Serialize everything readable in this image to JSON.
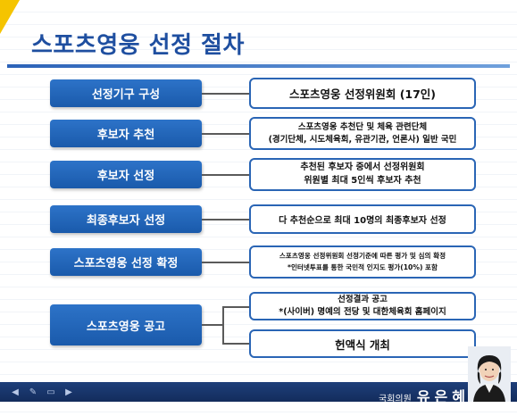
{
  "title": "스포츠영웅 선정 절차",
  "steps": [
    {
      "label": "선정기구 구성"
    },
    {
      "label": "후보자 추천"
    },
    {
      "label": "후보자 선정"
    },
    {
      "label": "최종후보자 선정"
    },
    {
      "label": "스포츠영웅 선정 확정"
    },
    {
      "label": "스포츠영웅 공고"
    }
  ],
  "details": {
    "committee": {
      "line1": "스포츠영웅 선정위원회 (17인)"
    },
    "recommend": {
      "line1": "스포츠영웅 추천단 및 체육 관련단체",
      "line2": "(경기단체, 시도체육회, 유관기관, 언론사) 일반 국민"
    },
    "select": {
      "line1": "추천된 후보자 중에서 선정위원회",
      "line2": "위원별 최대 5인씩 후보자 추천"
    },
    "final": {
      "line1": "다 추천순으로 최대 10명의 최종후보자 선정"
    },
    "confirm": {
      "line1": "스포츠영웅 선정위원회 선정기준에 따른 평가 및 심의 확정",
      "line2": "*인터넷투표를 통한 국민적 인지도 평가(10%) 포함"
    },
    "notice": {
      "line1": "선정결과 공고",
      "line2": "*(사이버) 명예의 전당 및 대한체육회 홈페이지"
    },
    "ceremony": {
      "line1": "헌액식 개최"
    }
  },
  "footer": {
    "role": "국회의원",
    "name": "유은혜"
  },
  "colors": {
    "title": "#1f4fa0",
    "step_fill": "#2d73c8",
    "box_border": "#2a65b5",
    "accent": "#f5c400",
    "bar": "#1e3f7a"
  }
}
